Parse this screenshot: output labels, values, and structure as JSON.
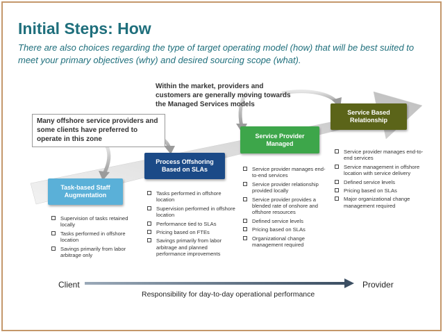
{
  "title": "Initial Steps: How",
  "subtitle": "There are also choices regarding the type of target operating model (how) that will be best suited to meet your primary objectives (why) and desired sourcing scope (what).",
  "market_note": "Within the market, providers and customers are generally moving towards the Managed Services models",
  "callout": "Many offshore service providers and some clients have preferred to operate in this zone",
  "stages": [
    {
      "label": "Task-based Staff Augmentation",
      "color": "#5ab0d8",
      "bullets": [
        "Supervision of tasks retained locally",
        "Tasks performed in offshore location",
        "Savings primarily from labor arbitrage only"
      ]
    },
    {
      "label": "Process Offshoring Based on SLAs",
      "color": "#1b4a87",
      "bullets": [
        "Tasks performed in offshore location",
        "Supervision performed in offshore location",
        "Performance tied to SLAs",
        "Pricing based on FTEs",
        "Savings primarily from labor arbitrage and planned performance improvements"
      ]
    },
    {
      "label": "Service Provider Managed",
      "color": "#3da64a",
      "bullets": [
        "Service provider manages end-to-end services",
        "Service provider relationship provided locally",
        "Service provider provides a blended rate of onshore and offshore resources",
        "Defined service levels",
        "Pricing based on SLAs",
        "Organizational change management required"
      ]
    },
    {
      "label": "Service Based Relationship",
      "color": "#5b6419",
      "bullets": [
        "Service provider manages end-to-end services",
        "Service management in offshore location with service delivery",
        "Defined service levels",
        "Pricing based on SLAs",
        "Major organizational change management required"
      ]
    }
  ],
  "axis": {
    "left": "Client",
    "right": "Provider",
    "caption": "Responsibility for day-to-day operational performance"
  }
}
